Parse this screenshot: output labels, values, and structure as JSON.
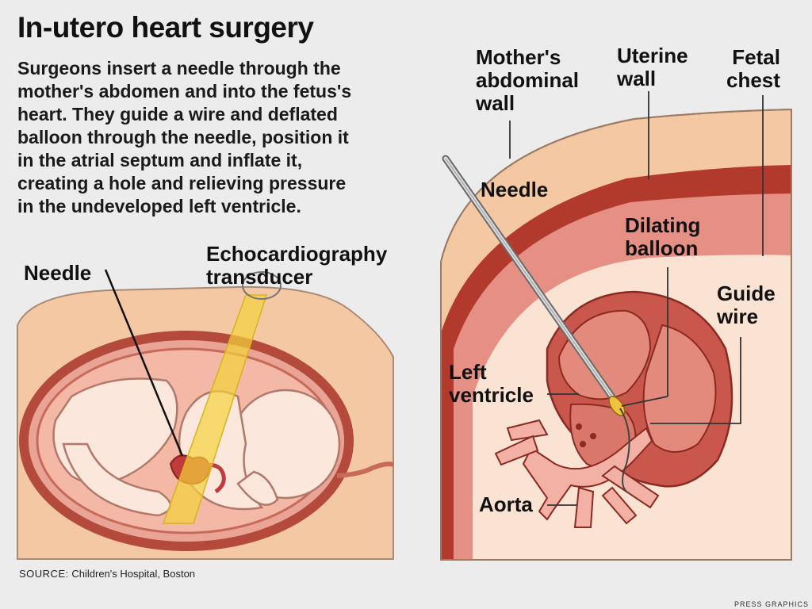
{
  "title": "In-utero heart surgery",
  "description_lines": [
    "Surgeons insert a needle through the",
    "mother's abdomen and into the fetus's",
    "heart. They guide a wire and deflated",
    "balloon through the needle, position it",
    "in the atrial septum and inflate it,",
    "creating a hole and relieving pressure",
    "in the undeveloped left ventricle."
  ],
  "left_panel": {
    "needle_label": "Needle",
    "transducer_label_lines": [
      "Echocardiography",
      "transducer"
    ]
  },
  "right_panel": {
    "mothers_wall_lines": [
      "Mother's",
      "abdominal",
      "wall"
    ],
    "uterine_wall_lines": [
      "Uterine",
      "wall"
    ],
    "fetal_chest_lines": [
      "Fetal",
      "chest"
    ],
    "needle_label": "Needle",
    "dilating_balloon_lines": [
      "Dilating",
      "balloon"
    ],
    "guide_wire_lines": [
      "Guide",
      "wire"
    ],
    "left_ventricle_lines": [
      "Left",
      "ventricle"
    ],
    "aorta_label": "Aorta"
  },
  "source": {
    "prefix": "SOURCE:",
    "text": "Children's Hospital, Boston"
  },
  "credit": "PRESS GRAPHICS",
  "colors": {
    "skin": "#f5c8a4",
    "uterus": "#b44a3c",
    "tissue_pink": "#e58f85",
    "heart": "#c9574b",
    "transducer_beam": "#f3d23c"
  }
}
